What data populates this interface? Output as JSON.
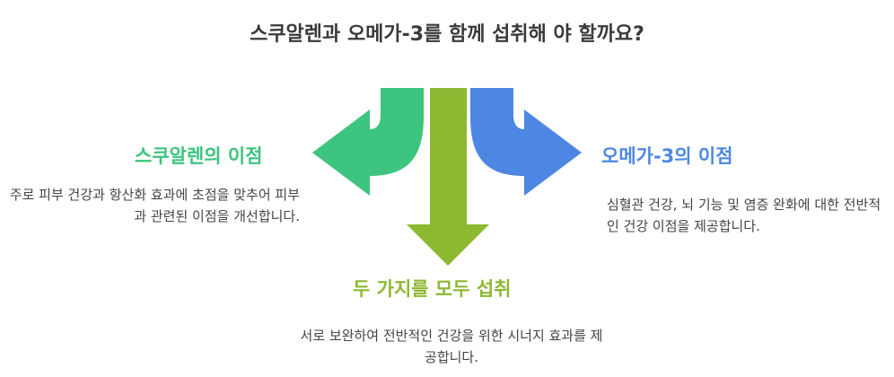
{
  "title": "스쿠알렌과 오메가-3를 함께 섭취해 야 할까요?",
  "options": {
    "left": {
      "heading": "스쿠알렌의 이점",
      "description": "주로 피부 건강과 항산화 효과에 초점을 맞추어 피부과 관련된 이점을 개선합니다.",
      "color": "#3dc47e"
    },
    "right": {
      "heading": "오메가-3의 이점",
      "description": "심혈관 건강, 뇌 기능 및 염증 완화에 대한 전반적인 건강 이점을 제공합니다.",
      "color": "#4d87e3"
    },
    "center": {
      "heading": "두 가지를 모두 섭취",
      "description": "서로 보완하여 전반적인 건강을 위한 시너지 효과를 제공합니다.",
      "color": "#8db832"
    }
  }
}
